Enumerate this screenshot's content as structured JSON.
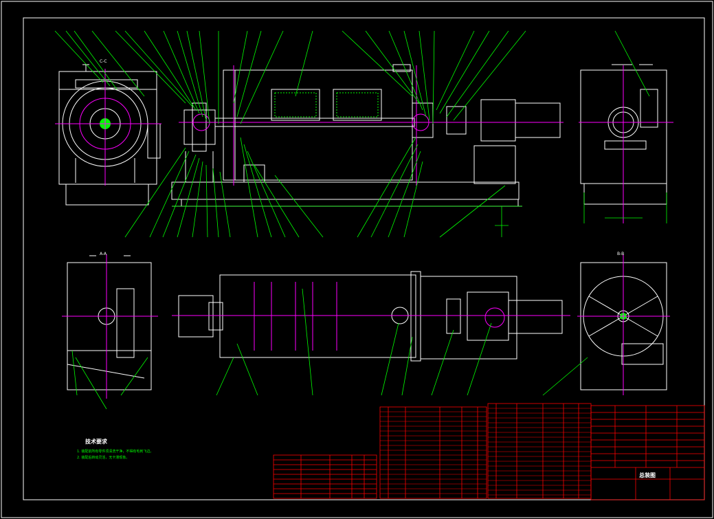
{
  "drawing": {
    "section_labels": {
      "cc": "C-C",
      "aa": "A-A",
      "bb": "B-B"
    },
    "tech_requirements": {
      "title": "技术要求",
      "lines": [
        "1. 装配前所有零件须清洗干净，不得有毛刺飞边。",
        "2. 装配后转动灵活，无卡滞现象。"
      ]
    },
    "title_block": {
      "drawing_name": "总装图"
    }
  },
  "colors": {
    "background": "#000000",
    "outline": "#ffffff",
    "leader": "#00ff00",
    "centerline": "#ff00ff",
    "table": "#ff0000",
    "hatch": "#00ff00"
  }
}
